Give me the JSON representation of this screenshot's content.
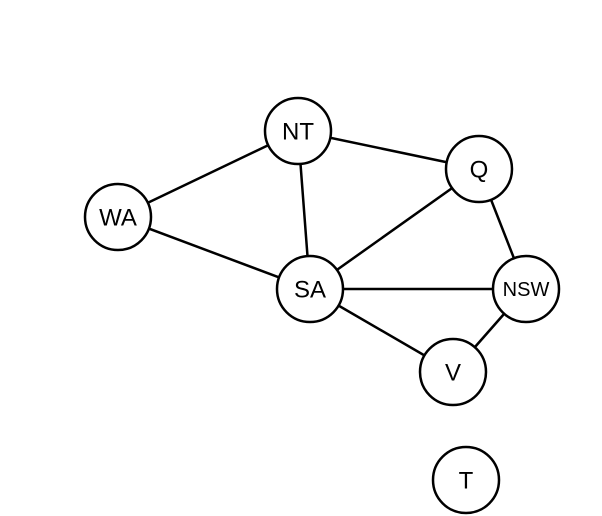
{
  "graph": {
    "nodes": [
      {
        "id": "WA",
        "label": "WA"
      },
      {
        "id": "NT",
        "label": "NT"
      },
      {
        "id": "Q",
        "label": "Q"
      },
      {
        "id": "SA",
        "label": "SA"
      },
      {
        "id": "NSW",
        "label": "NSW"
      },
      {
        "id": "V",
        "label": "V"
      },
      {
        "id": "T",
        "label": "T"
      }
    ],
    "edges": [
      {
        "from": "WA",
        "to": "NT"
      },
      {
        "from": "WA",
        "to": "SA"
      },
      {
        "from": "NT",
        "to": "SA"
      },
      {
        "from": "NT",
        "to": "Q"
      },
      {
        "from": "SA",
        "to": "Q"
      },
      {
        "from": "SA",
        "to": "NSW"
      },
      {
        "from": "SA",
        "to": "V"
      },
      {
        "from": "Q",
        "to": "NSW"
      },
      {
        "from": "NSW",
        "to": "V"
      }
    ]
  },
  "colors": {
    "stroke": "#000000",
    "fill": "#ffffff",
    "background": "#ffffff"
  }
}
